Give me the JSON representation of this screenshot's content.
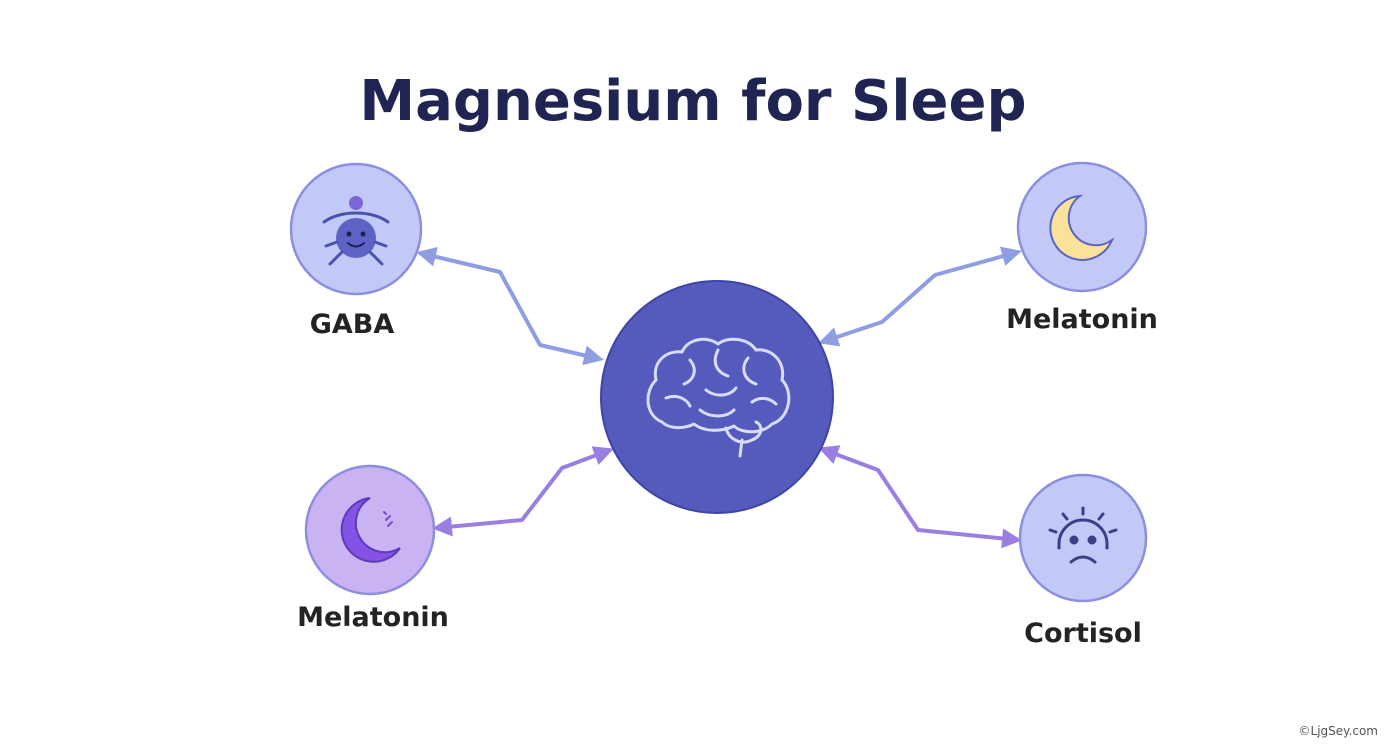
{
  "title": "Magnesium for Sleep",
  "credit": "©LjgSey.com",
  "colors": {
    "title": "#1f2452",
    "hub_fill": "#545bbd",
    "node_fill_blue": "#c3c9f7",
    "node_fill_purple": "#c9b3f2",
    "node_stroke": "#8c8fe0",
    "arrow_blue": "#8f9de3",
    "arrow_purple": "#9a7fe3",
    "moon_yellow": "#fbe29a",
    "moon_purple": "#8552e6",
    "label": "#232323"
  },
  "hub": {
    "icon": "brain-icon"
  },
  "nodes": [
    {
      "id": "gaba",
      "label": "GABA",
      "icon": "relaxed-face-icon"
    },
    {
      "id": "melatonin-top",
      "label": "Melatonin",
      "icon": "crescent-moon-icon"
    },
    {
      "id": "melatonin-bottom",
      "label": "Melatonin",
      "icon": "crescent-moon-sparkle-icon"
    },
    {
      "id": "cortisol",
      "label": "Cortisol",
      "icon": "stressed-face-icon"
    }
  ]
}
